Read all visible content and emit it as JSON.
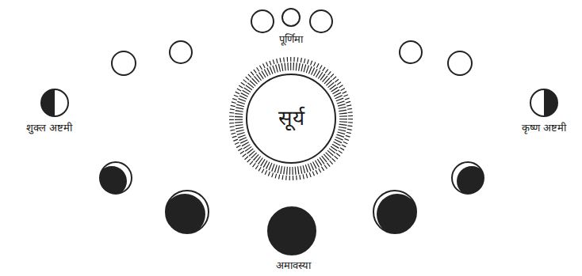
{
  "diagram": {
    "nodes": [
      {
        "text": [
          "सूर्य"
        ]
      }
    ],
    "labels": [
      "पूर्णिमा",
      "शुक्ल अष्टमी",
      "कृष्ण अष्टमी",
      "अमावस्या"
    ]
  }
}
